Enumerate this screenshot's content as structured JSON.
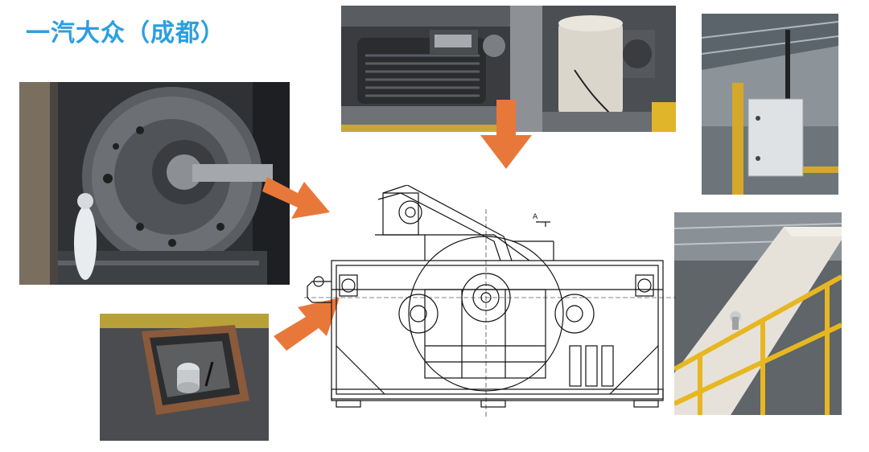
{
  "title": "一汽大众（成都）",
  "drawing": {
    "section_marker": "A"
  },
  "colors": {
    "title": "#2b9fe0",
    "arrow": "#e8783a"
  },
  "images": [
    {
      "id": "flywheel-photo",
      "icon": "flywheel-machine-photo"
    },
    {
      "id": "floor-sensor-photo",
      "icon": "floor-pit-sensor-photo"
    },
    {
      "id": "motor-photo",
      "icon": "electric-motor-photo"
    },
    {
      "id": "gearbox-photo",
      "icon": "gearbox-sensor-photo"
    },
    {
      "id": "cabinet-photo",
      "icon": "control-cabinet-photo"
    },
    {
      "id": "chute-photo",
      "icon": "inclined-chute-photo"
    }
  ]
}
